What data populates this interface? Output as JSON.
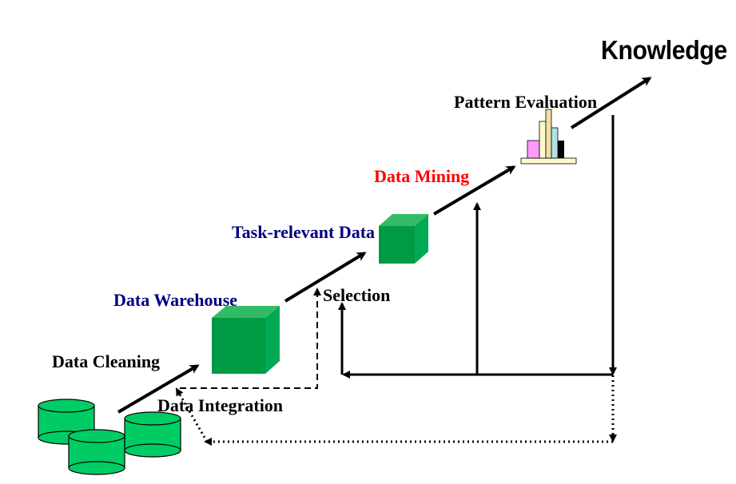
{
  "labels": {
    "knowledge": "Knowledge",
    "pattern_evaluation": "Pattern Evaluation",
    "data_mining": "Data Mining",
    "task_relevant_data": "Task-relevant Data",
    "selection": "Selection",
    "data_warehouse": "Data Warehouse",
    "data_cleaning": "Data Cleaning",
    "data_integration": "Data Integration"
  },
  "colors": {
    "cube_front": "#009944",
    "cube_top": "#33bb66",
    "cube_side": "#00aa55",
    "database": "#00cc66",
    "bar_pink": "#ff99ff",
    "bar_cream": "#fffacd",
    "bar_teal": "#b0e0e6",
    "bar_black": "#000000",
    "label_navy": "#000080",
    "label_red": "#ff0000"
  }
}
